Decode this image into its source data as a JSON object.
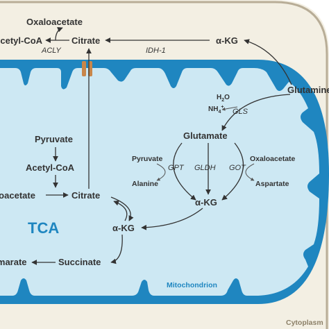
{
  "compartments": {
    "cytoplasm": "Cytoplasm",
    "mitochondrion": "Mitochondrion",
    "tca": "TCA"
  },
  "cytosol_metabolites": {
    "oxaloacetate": "Oxaloacetate",
    "acetyl_coa": "Acetyl-CoA",
    "citrate": "Citrate",
    "akg": "α-KG",
    "glutamine": "Glutamine"
  },
  "cytosol_enzymes": {
    "acly": "ACLY",
    "idh1": "IDH-1"
  },
  "mito_metabolites": {
    "pyruvate": "Pyruvate",
    "acetyl_coa": "Acetyl-CoA",
    "oxaloacetate": "Oxaloacetate",
    "citrate": "Citrate",
    "akg": "α-KG",
    "fumarate": "Fumarate",
    "succinate": "Succinate",
    "glutamate": "Glutamate",
    "pyruvate_small": "Pyruvate",
    "alanine": "Alanine",
    "oxaloacetate_small": "Oxaloacetate",
    "aspartate": "Aspartate",
    "akg_glut": "α-KG",
    "h2o": "H",
    "h2o_sub": "2",
    "h2o_tail": "O",
    "nh4": "NH",
    "nh4_sub": "4",
    "nh4_sup": "+"
  },
  "mito_enzymes": {
    "gls": "GLS",
    "gpt": "GPT",
    "gldh": "GLDH",
    "got": "GOT"
  },
  "colors": {
    "cytoplasm_fill": "#f3efe3",
    "cytoplasm_border": "#b8ad97",
    "membrane": "#1f86c0",
    "matrix": "#cde8f3",
    "transporter": "#c8864a",
    "text": "#333333",
    "tca_text": "#1f86c0"
  }
}
